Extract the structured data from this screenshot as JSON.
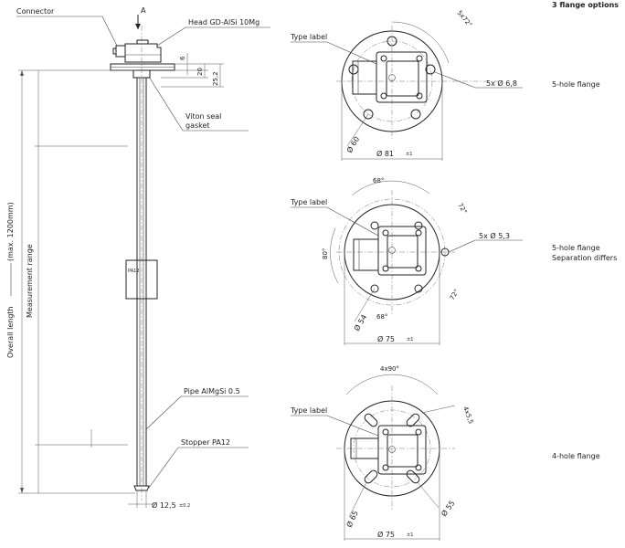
{
  "header": {
    "options_title": "3 flange options"
  },
  "sensor": {
    "connector": "Connector",
    "section_mark": "A",
    "head": "Head GD-AlSi 10Mg",
    "seal_line1": "Viton seal",
    "seal_line2": "gasket",
    "dim_6": "6",
    "dim_20": "20",
    "dim_25_2": "25,2",
    "float_label": "PA12",
    "pipe": "Pipe AlMgSi 0.5",
    "stopper": "Stopper PA12",
    "overall_length": "Overall length",
    "max_length": "(max. 1200mm)",
    "measurement_range": "Measurement range",
    "dia_pipe": "Ø 12,5",
    "dia_pipe_tol": "±0.2"
  },
  "flange1": {
    "type_label": "Type label",
    "angle_dim": "5x72°",
    "hole_dim": "5x Ø 6,8",
    "dia_inner": "Ø 60",
    "dia_outer": "Ø 81",
    "tolerance": "±1",
    "caption": "5-hole flange"
  },
  "flange2": {
    "type_label": "Type label",
    "angle_top": "68°",
    "angle_right_top": "72°",
    "angle_left": "80°",
    "angle_right_bottom": "72°",
    "angle_bottom": "68°",
    "hole_dim": "5x Ø 5,3",
    "dia_inner": "Ø 54",
    "dia_outer": "Ø 75",
    "tolerance": "±1",
    "caption_line1": "5-hole flange",
    "caption_line2": "Separation differs"
  },
  "flange3": {
    "type_label": "Type label",
    "angle_dim": "4x90°",
    "slot_dim": "4x5,5",
    "dia_inner": "Ø 65",
    "dia_small": "Ø 55",
    "dia_outer": "Ø 75",
    "tolerance": "±1",
    "caption": "4-hole flange"
  }
}
